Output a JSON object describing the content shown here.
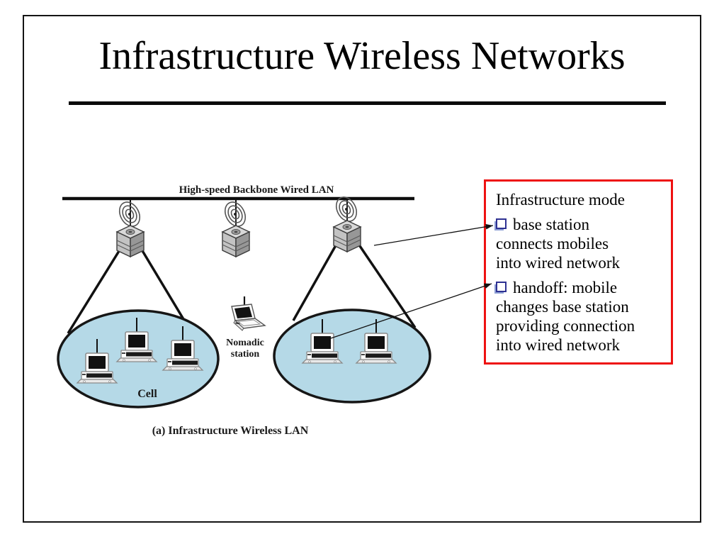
{
  "slide": {
    "title": "Infrastructure Wireless Networks"
  },
  "diagram": {
    "backbone_label": "High-speed Backbone Wired LAN",
    "cell_label": "Cell",
    "nomadic_label_line1": "Nomadic",
    "nomadic_label_line2": "station",
    "caption": "(a) Infrastructure Wireless LAN",
    "base_station_count": 3,
    "left_cell_computer_count": 3,
    "right_cell_computer_count": 2
  },
  "infobox": {
    "title": "Infrastructure mode",
    "bullets": [
      {
        "lines": [
          "base station",
          "connects mobiles",
          "into wired network"
        ]
      },
      {
        "lines": [
          "handoff: mobile",
          "changes base station",
          "providing connection",
          "into wired network"
        ]
      }
    ]
  },
  "colors": {
    "cell_fill": "#b5d9e7",
    "infobox_border": "#ee1111",
    "bullet_blue": "#2e3192",
    "bullet_shadow": "#8d9fd4",
    "box_top": "#d8d8d8",
    "box_left": "#c3c3c3",
    "box_right": "#979797"
  }
}
